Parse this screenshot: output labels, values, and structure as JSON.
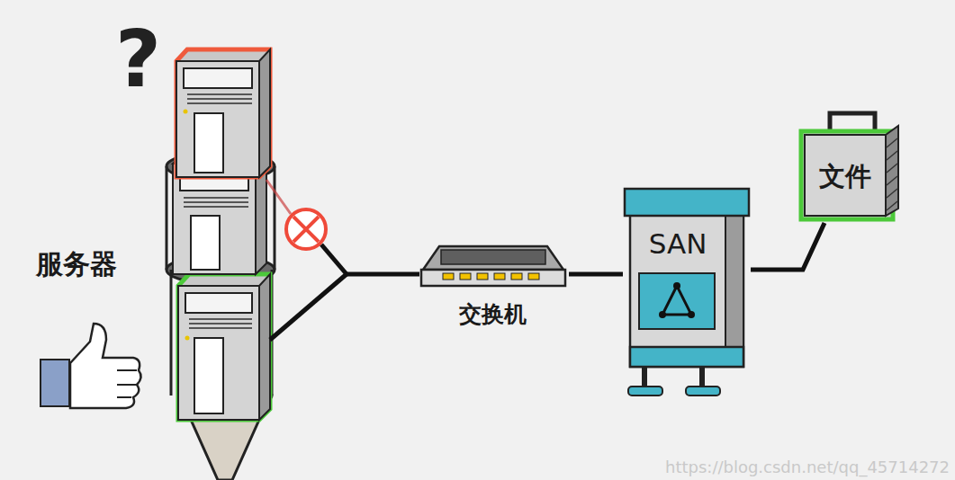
{
  "diagram": {
    "nodes": [
      {
        "text": [
          "交换机"
        ]
      },
      {
        "text": [
          "SAN"
        ]
      },
      {
        "text": [
          "文件"
        ]
      }
    ],
    "edges": [
      {
        "from": 0,
        "to": 1,
        "arrow": "none"
      },
      {
        "from": 1,
        "to": 2,
        "arrow": "none"
      }
    ],
    "labels": [
      "?",
      "服务器",
      "https://blog.csdn.net/qq_45714272"
    ]
  }
}
